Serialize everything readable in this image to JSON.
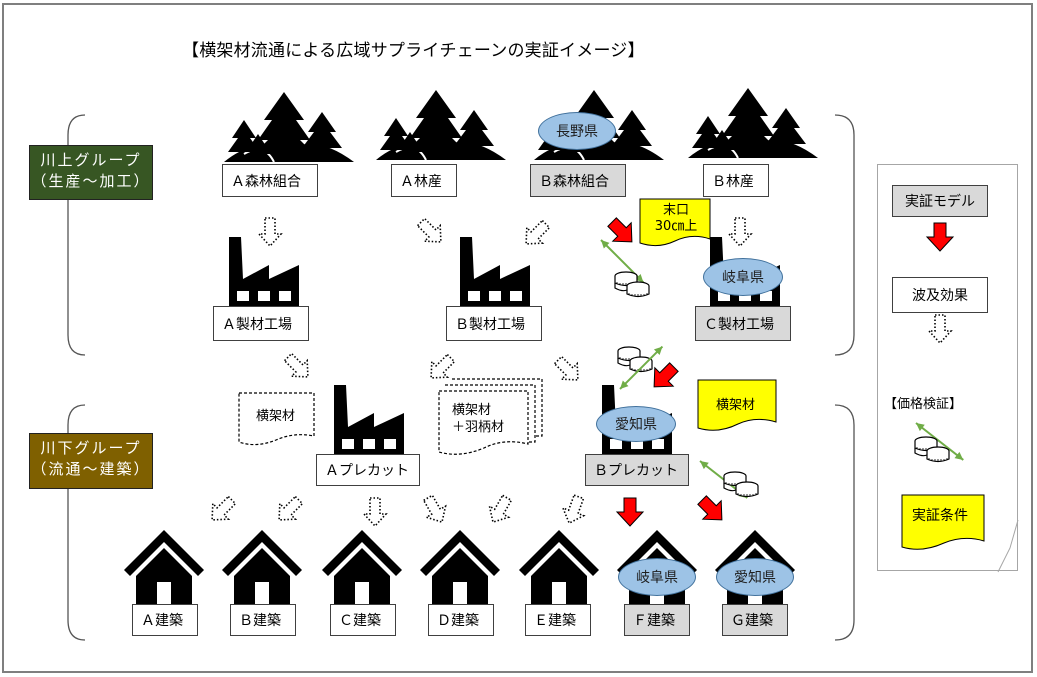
{
  "title": "【横架材流通による広域サプライチェーンの実証イメージ】",
  "groups": {
    "upstream": {
      "line1": "川上グループ",
      "line2": "（生産～加工）",
      "color": "#375623"
    },
    "downstream": {
      "line1": "川下グループ",
      "line2": "（流通～建築）",
      "color": "#7f6000"
    }
  },
  "forests": [
    {
      "label": "Ａ森林組合",
      "highlighted": false,
      "prefecture": null
    },
    {
      "label": "Ａ林産",
      "highlighted": false,
      "prefecture": null
    },
    {
      "label": "Ｂ森林組合",
      "highlighted": true,
      "prefecture": "長野県"
    },
    {
      "label": "Ｂ林産",
      "highlighted": false,
      "prefecture": null
    }
  ],
  "sawmills": [
    {
      "label": "Ａ製材工場",
      "highlighted": false,
      "prefecture": null
    },
    {
      "label": "Ｂ製材工場",
      "highlighted": false,
      "prefecture": null
    },
    {
      "label": "Ｃ製材工場",
      "highlighted": true,
      "prefecture": "岐阜県"
    }
  ],
  "precut": [
    {
      "label": "Ａプレカット",
      "highlighted": false,
      "prefecture": null
    },
    {
      "label": "Ｂプレカット",
      "highlighted": true,
      "prefecture": "愛知県"
    }
  ],
  "builders": [
    {
      "label": "Ａ建築",
      "highlighted": false,
      "prefecture": null
    },
    {
      "label": "Ｂ建築",
      "highlighted": false,
      "prefecture": null
    },
    {
      "label": "Ｃ建築",
      "highlighted": false,
      "prefecture": null
    },
    {
      "label": "Ｄ建築",
      "highlighted": false,
      "prefecture": null
    },
    {
      "label": "Ｅ建築",
      "highlighted": false,
      "prefecture": null
    },
    {
      "label": "Ｆ建築",
      "highlighted": true,
      "prefecture": "岐阜県"
    },
    {
      "label": "Ｇ建築",
      "highlighted": true,
      "prefecture": "愛知県"
    }
  ],
  "documents": {
    "log_spec": {
      "line1": "末口",
      "line2": "30㎝上"
    },
    "beam_dashed": "横架材",
    "beam_plus": {
      "line1": "横架材",
      "line2": "＋羽柄材"
    },
    "beam_yellow": "横架材"
  },
  "legend": {
    "model": "実証モデル",
    "ripple": "波及効果",
    "price_check": "【価格検証】",
    "conditions": "実証条件"
  },
  "colors": {
    "highlight_gray": "#d9d9d9",
    "prefecture_blue": "#9dc3e6",
    "note_yellow": "#ffff00",
    "arrow_red": "#ff0000",
    "price_green": "#70ad47"
  }
}
